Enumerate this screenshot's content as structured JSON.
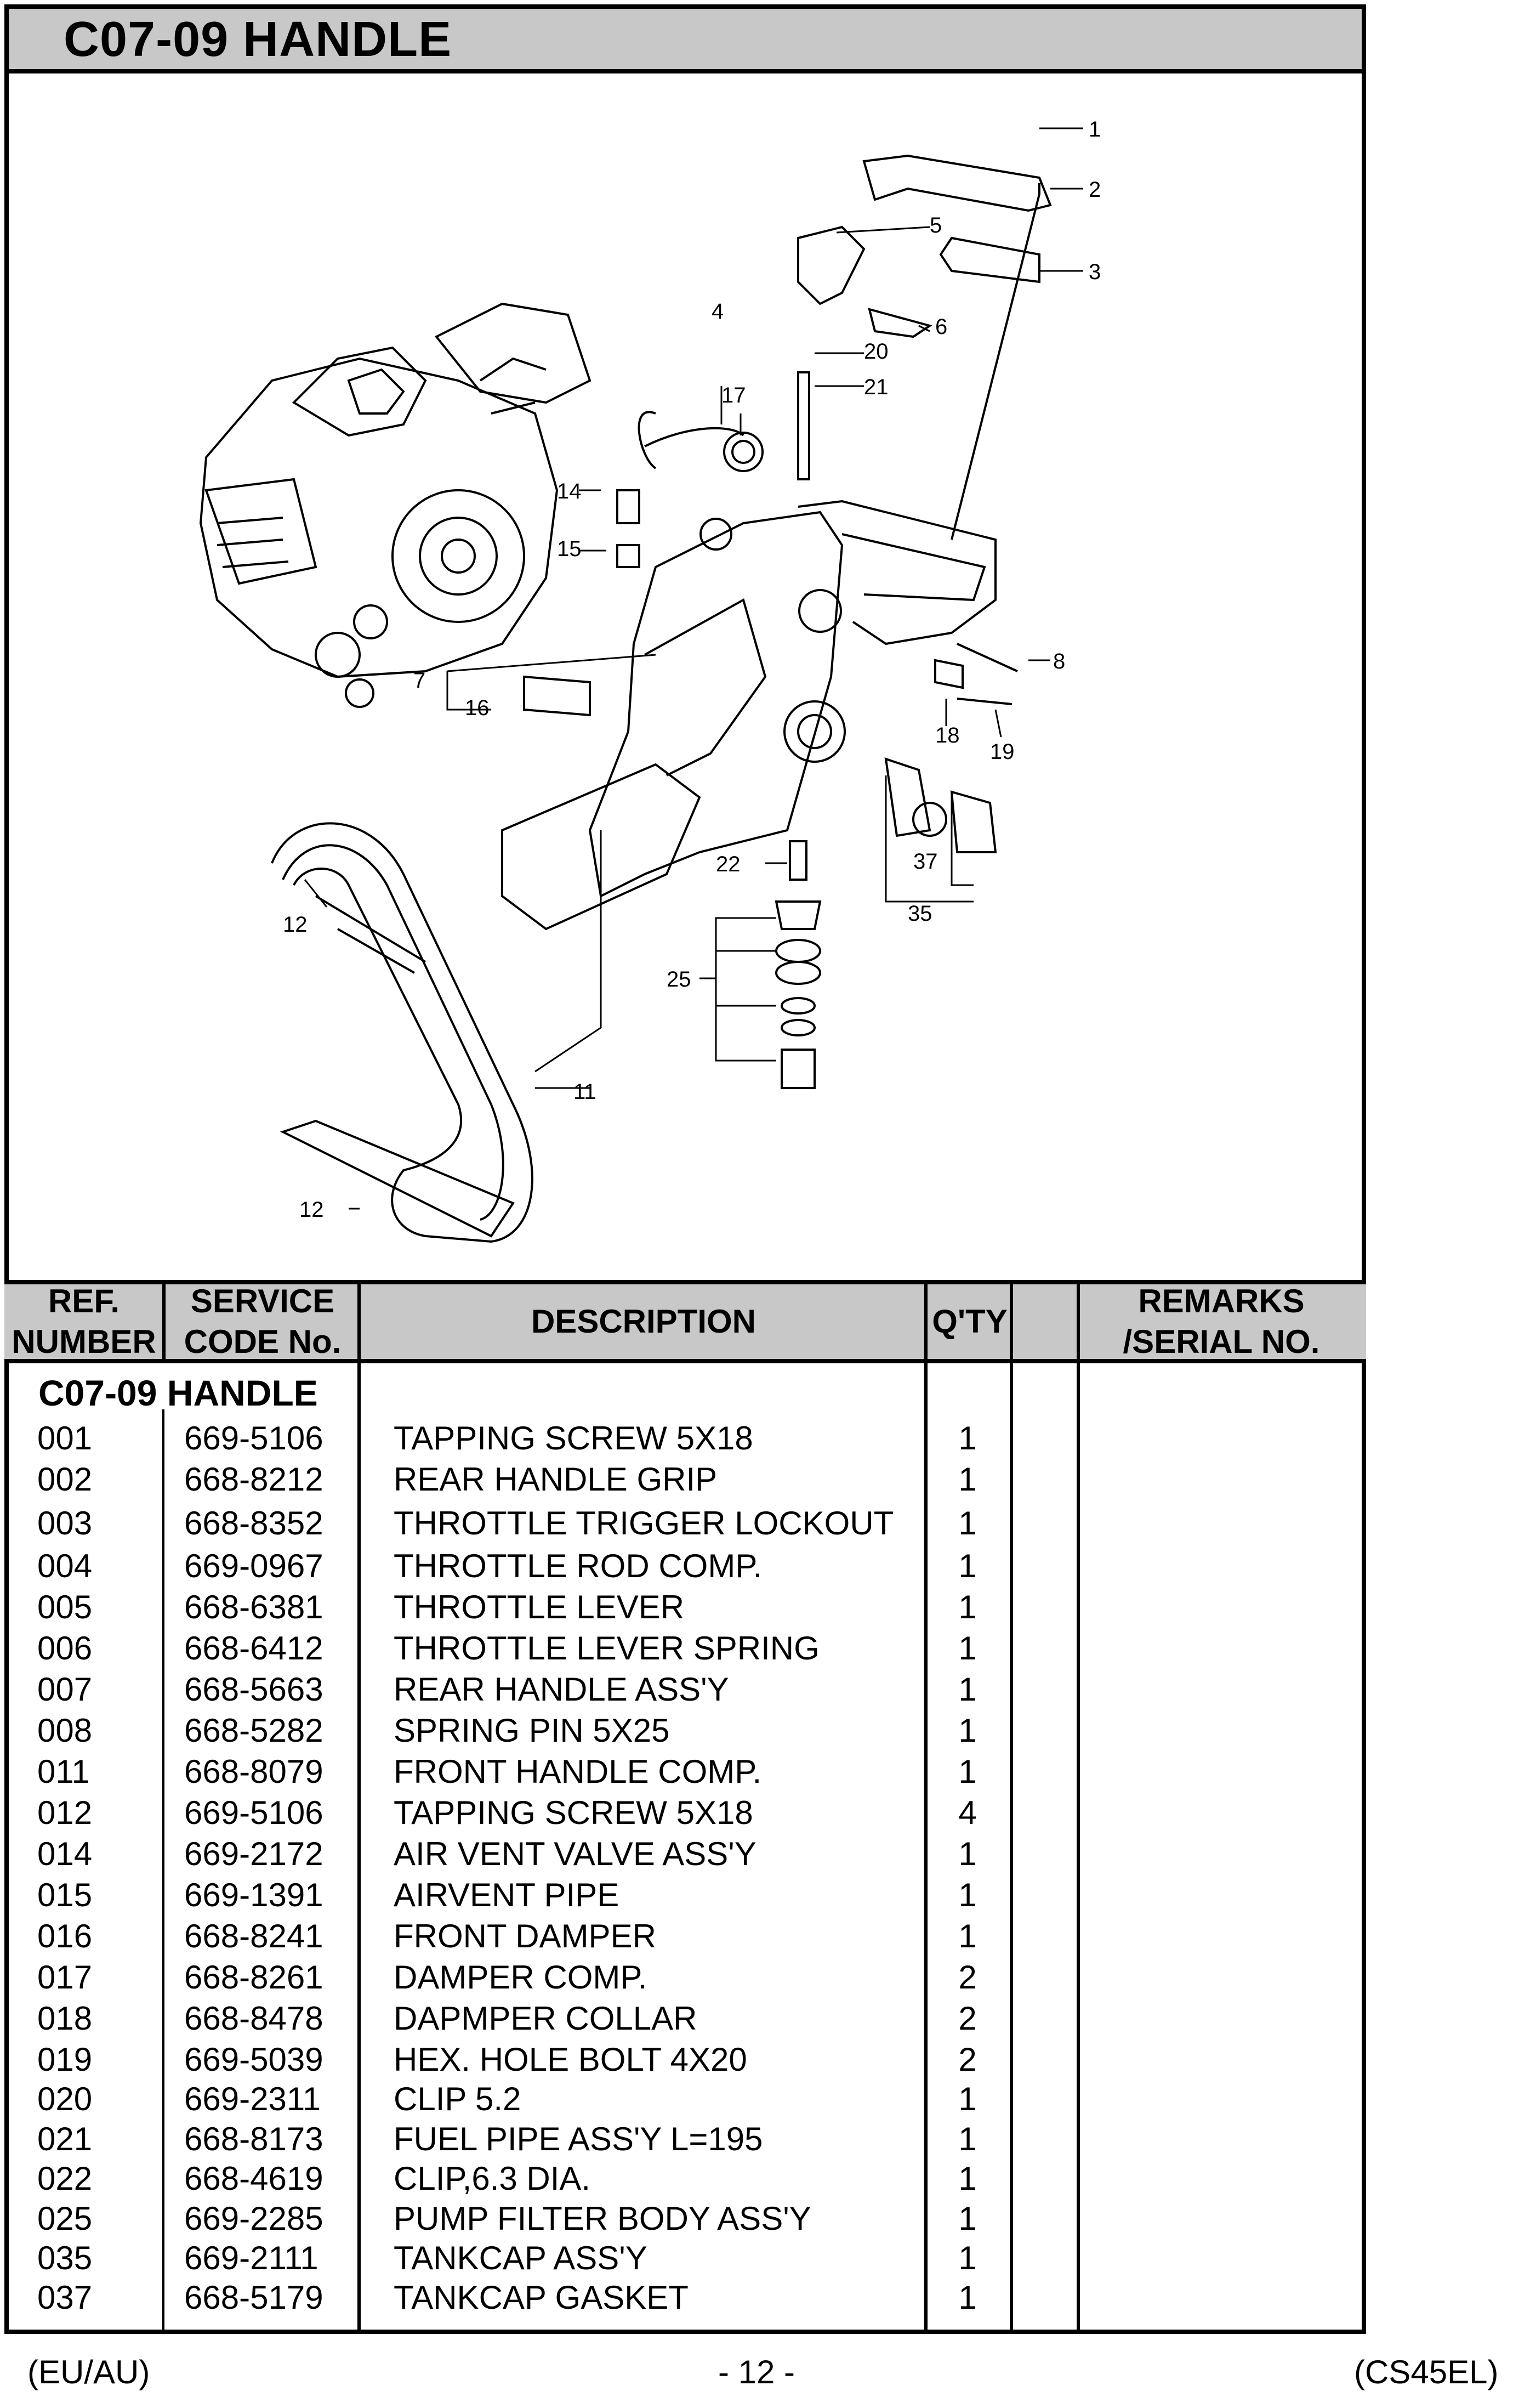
{
  "title": "C07-09 HANDLE",
  "diagram": {
    "callouts": [
      "1",
      "2",
      "3",
      "4",
      "5",
      "6",
      "7",
      "8",
      "11",
      "12",
      "12",
      "14",
      "15",
      "16",
      "17",
      "18",
      "19",
      "20",
      "21",
      "22",
      "25",
      "35",
      "37"
    ]
  },
  "table": {
    "headers": {
      "ref_line1": "REF.",
      "ref_line2": "NUMBER",
      "code_line1": "SERVICE",
      "code_line2": "CODE No.",
      "description": "DESCRIPTION",
      "qty": "Q'TY",
      "remarks_line1": "REMARKS",
      "remarks_line2": "/SERIAL NO."
    },
    "section_title": "C07-09 HANDLE",
    "rows": [
      {
        "ref": "001",
        "code": "669-5106",
        "desc": "TAPPING SCREW 5X18",
        "qty": "1"
      },
      {
        "ref": "002",
        "code": "668-8212",
        "desc": "REAR HANDLE GRIP",
        "qty": "1"
      },
      {
        "ref": "003",
        "code": "668-8352",
        "desc": "THROTTLE TRIGGER LOCKOUT",
        "qty": "1"
      },
      {
        "ref": "004",
        "code": "669-0967",
        "desc": "THROTTLE ROD COMP.",
        "qty": "1"
      },
      {
        "ref": "005",
        "code": "668-6381",
        "desc": "THROTTLE LEVER",
        "qty": "1"
      },
      {
        "ref": "006",
        "code": "668-6412",
        "desc": "THROTTLE LEVER SPRING",
        "qty": "1"
      },
      {
        "ref": "007",
        "code": "668-5663",
        "desc": "REAR HANDLE ASS'Y",
        "qty": "1"
      },
      {
        "ref": "008",
        "code": "668-5282",
        "desc": "SPRING PIN 5X25",
        "qty": "1"
      },
      {
        "ref": "011",
        "code": "668-8079",
        "desc": "FRONT HANDLE COMP.",
        "qty": "1"
      },
      {
        "ref": "012",
        "code": "669-5106",
        "desc": "TAPPING SCREW 5X18",
        "qty": "4"
      },
      {
        "ref": "014",
        "code": "669-2172",
        "desc": "AIR VENT VALVE ASS'Y",
        "qty": "1"
      },
      {
        "ref": "015",
        "code": "669-1391",
        "desc": "AIRVENT PIPE",
        "qty": "1"
      },
      {
        "ref": "016",
        "code": "668-8241",
        "desc": "FRONT DAMPER",
        "qty": "1"
      },
      {
        "ref": "017",
        "code": "668-8261",
        "desc": "DAMPER COMP.",
        "qty": "2"
      },
      {
        "ref": "018",
        "code": "668-8478",
        "desc": "DAPMPER COLLAR",
        "qty": "2"
      },
      {
        "ref": "019",
        "code": "669-5039",
        "desc": "HEX. HOLE BOLT 4X20",
        "qty": "2"
      },
      {
        "ref": "020",
        "code": "669-2311",
        "desc": "CLIP 5.2",
        "qty": "1"
      },
      {
        "ref": "021",
        "code": "668-8173",
        "desc": "FUEL PIPE ASS'Y L=195",
        "qty": "1"
      },
      {
        "ref": "022",
        "code": "668-4619",
        "desc": "CLIP,6.3 DIA.",
        "qty": "1"
      },
      {
        "ref": "025",
        "code": "669-2285",
        "desc": "PUMP FILTER BODY ASS'Y",
        "qty": "1"
      },
      {
        "ref": "035",
        "code": "669-2111",
        "desc": "TANKCAP ASS'Y",
        "qty": "1"
      },
      {
        "ref": "037",
        "code": "668-5179",
        "desc": "TANKCAP GASKET",
        "qty": "1"
      }
    ]
  },
  "footer": {
    "left": "(EU/AU)",
    "center": "- 12 -",
    "right": "(CS45EL)"
  }
}
